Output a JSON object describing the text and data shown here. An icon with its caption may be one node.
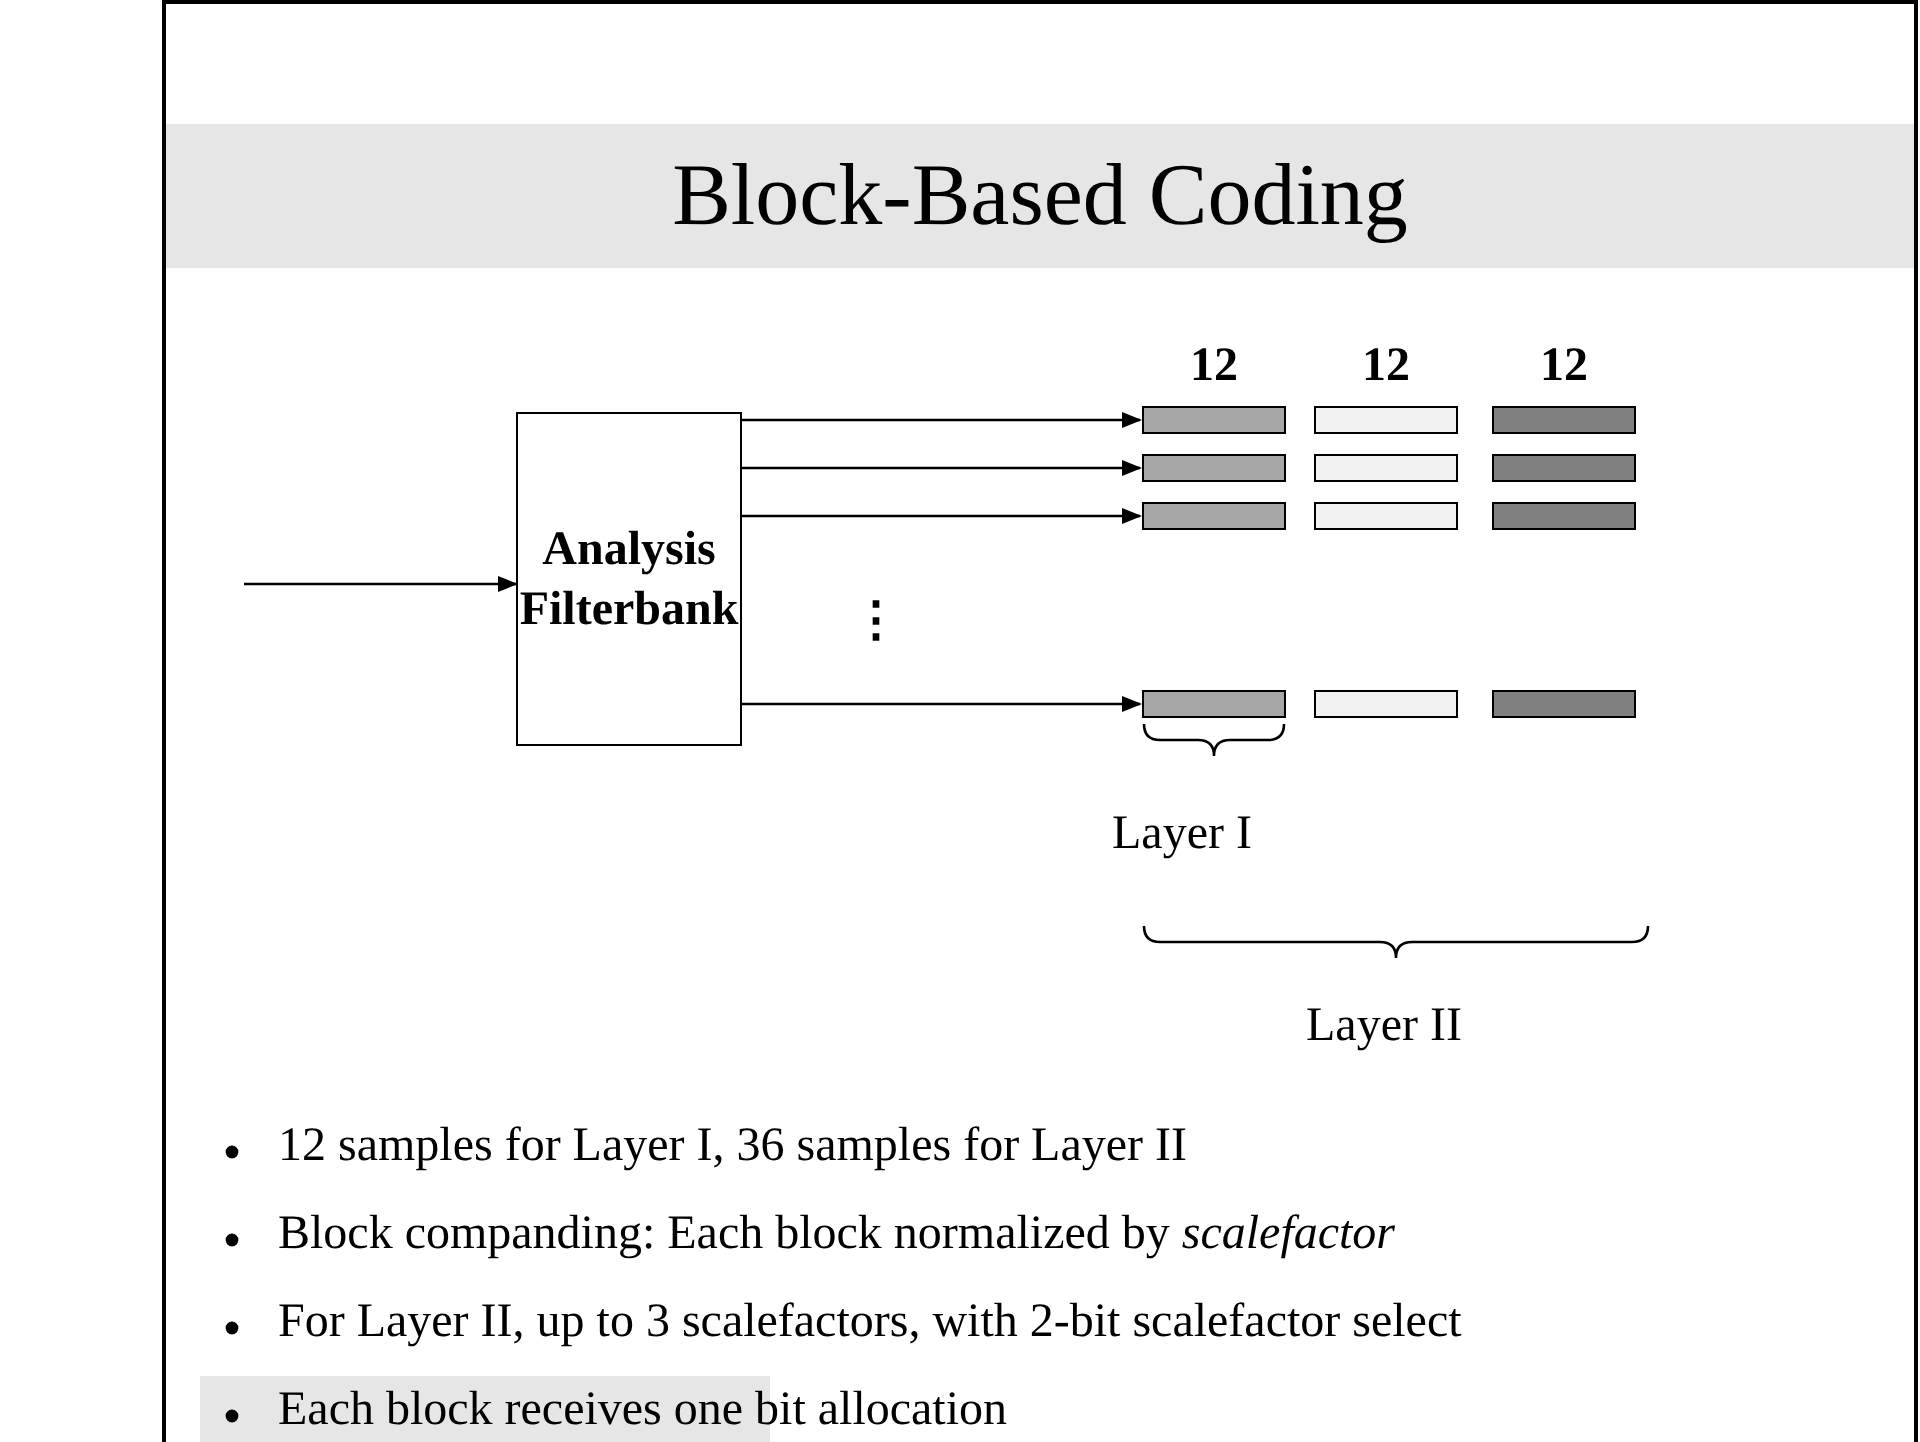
{
  "diagram": {
    "title": "Block-Based Coding",
    "nodes": [
      {
        "text": [
          "Analysis Filterbank"
        ]
      },
      {
        "text": [],
        "shape": "bar"
      },
      {
        "text": [],
        "shape": "bar"
      },
      {
        "text": [],
        "shape": "bar"
      },
      {
        "text": [],
        "shape": "bar"
      },
      {
        "text": [],
        "shape": "bar"
      },
      {
        "text": [],
        "shape": "bar"
      },
      {
        "text": [],
        "shape": "bar"
      },
      {
        "text": [],
        "shape": "bar"
      },
      {
        "text": [],
        "shape": "bar"
      },
      {
        "text": [],
        "shape": "bar"
      },
      {
        "text": [],
        "shape": "bar"
      },
      {
        "text": [],
        "shape": "bar"
      }
    ],
    "edges": [
      {
        "from": null,
        "to": 0,
        "arrow": "to"
      },
      {
        "from": 0,
        "to": 1,
        "arrow": "to"
      },
      {
        "from": 0,
        "to": 4,
        "arrow": "to"
      },
      {
        "from": 0,
        "to": 7,
        "arrow": "to"
      },
      {
        "from": 0,
        "to": 10,
        "arrow": "to"
      }
    ],
    "labels": [
      "12",
      "12",
      "12",
      "⋮",
      "Layer I",
      "Layer II",
      "12 samples for Layer I, 36 samples for Layer II",
      "Block companding: Each block normalized by *scalefactor*",
      "For Layer II, up to 3 scalefactors, with 2-bit scalefactor select",
      "Each block receives one bit allocation"
    ]
  }
}
